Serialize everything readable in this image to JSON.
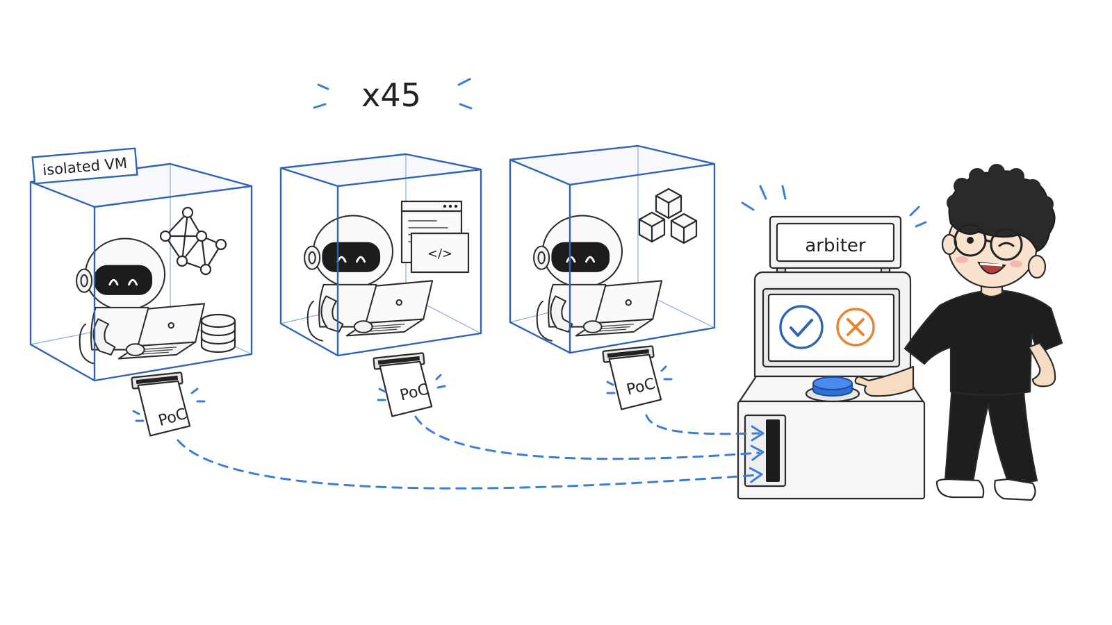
{
  "multiplier_label": "x45",
  "vm_tag_label": "isolated VM",
  "ticket_labels": [
    "PoC",
    "PoC",
    "PoC"
  ],
  "arbiter_label": "arbiter",
  "colors": {
    "glass_outline": "#2f63b8",
    "arrow": "#3b7dd8",
    "approve": "#2f63b8",
    "reject": "#e8832f",
    "button": "#2f6fd6"
  },
  "icons": {
    "vm1_decor": [
      "network-graph-icon",
      "database-icon"
    ],
    "vm2_decor": [
      "code-window-icon"
    ],
    "vm3_decor": [
      "cubes-icon"
    ],
    "arbiter_screen": [
      "check-icon",
      "cross-icon"
    ]
  }
}
